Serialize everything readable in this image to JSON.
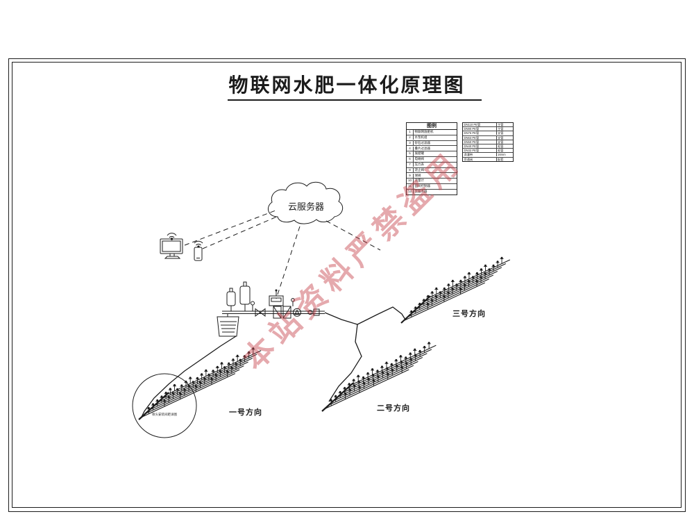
{
  "title": "物联网水肥一体化原理图",
  "watermark": "本站资料严禁盗用",
  "cloud_label": "云服务器",
  "detail_note": "喷头安装间距详图",
  "fields": [
    {
      "label": "一号方向"
    },
    {
      "label": "二号方向"
    },
    {
      "label": "三号方向"
    }
  ],
  "legend": {
    "title": "图例",
    "left_rows": [
      {
        "no": "1",
        "name": "物联网施肥机"
      },
      {
        "no": "2",
        "name": "水泵机组"
      },
      {
        "no": "3",
        "name": "砂石过滤器"
      },
      {
        "no": "4",
        "name": "叠片过滤器"
      },
      {
        "no": "5",
        "name": "施肥罐"
      },
      {
        "no": "6",
        "name": "电磁阀"
      },
      {
        "no": "7",
        "name": "压力表"
      },
      {
        "no": "8",
        "name": "逆止阀"
      },
      {
        "no": "9",
        "name": "球阀"
      },
      {
        "no": "10",
        "name": "流量计"
      },
      {
        "no": "11",
        "name": "田间控制器"
      },
      {
        "no": "12",
        "name": "云服务器"
      }
    ],
    "right_rows": [
      {
        "name": "DN110 PE管",
        "spec": "主管"
      },
      {
        "name": "DN90 PE管",
        "spec": "主管"
      },
      {
        "name": "DN75 PE管",
        "spec": "支管"
      },
      {
        "name": "DN63 PE管",
        "spec": "支管"
      },
      {
        "name": "DN50 PE管",
        "spec": "支管"
      },
      {
        "name": "DN40 PE管",
        "spec": "毛管"
      },
      {
        "name": "DN32 PE管",
        "spec": "毛管"
      },
      {
        "name": "滴灌带",
        "spec": "16mm"
      },
      {
        "name": "旁通阀",
        "spec": "配套"
      }
    ]
  },
  "colors": {
    "line": "#1b1b1b",
    "watermark": "#c5404a"
  }
}
